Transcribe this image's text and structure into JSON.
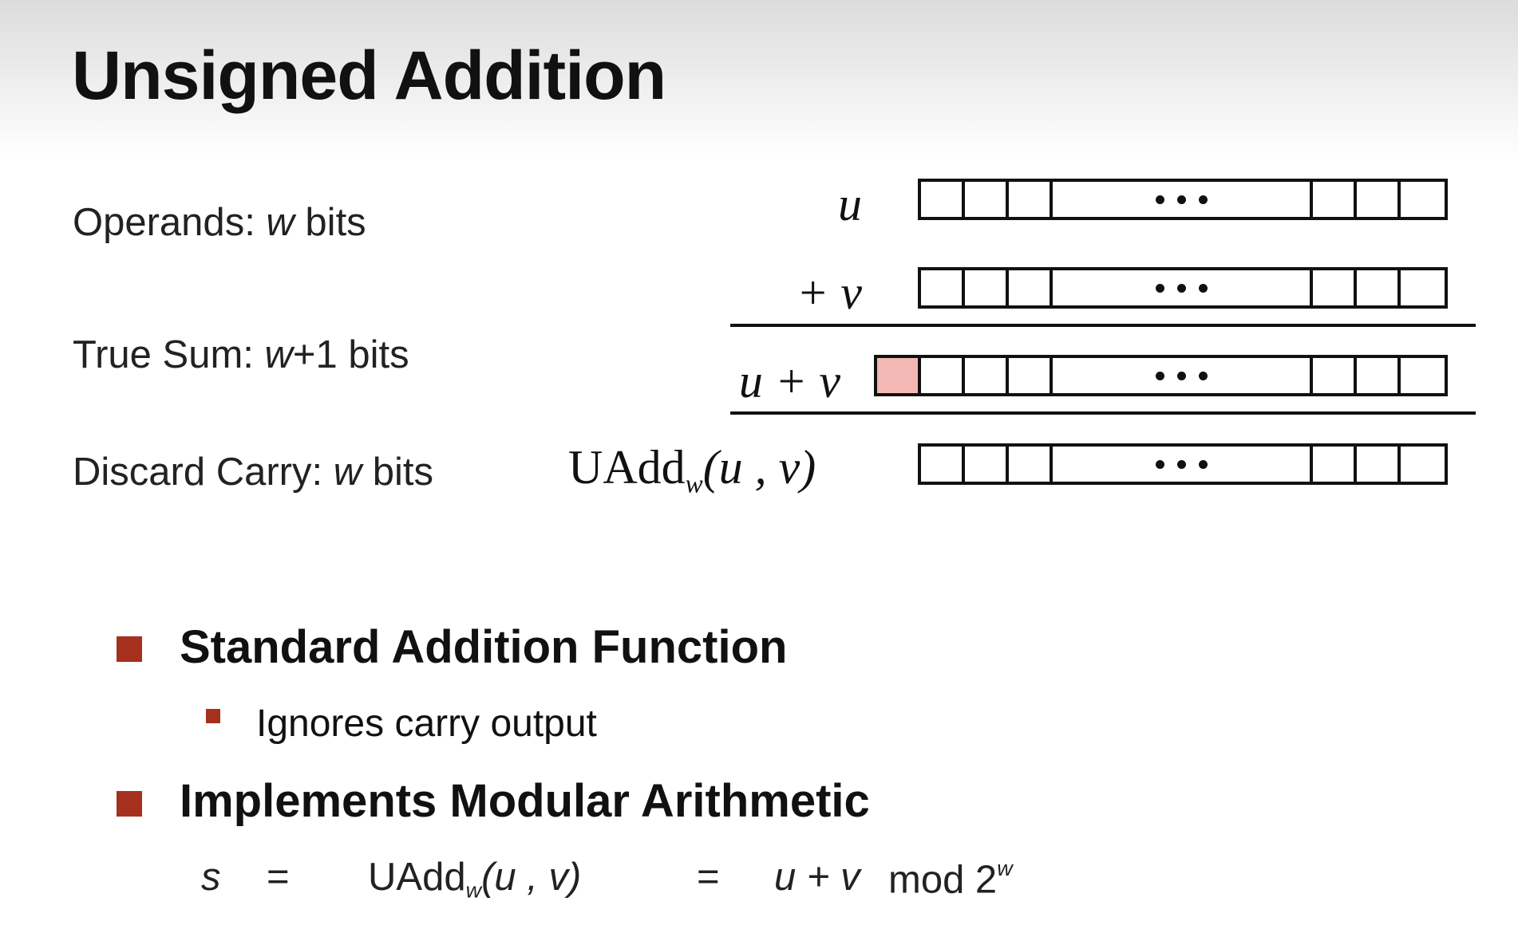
{
  "slide": {
    "title": "Unsigned Addition",
    "labels": {
      "operands_prefix": "Operands: ",
      "operands_var": "w",
      "operands_suffix": " bits",
      "truesum_prefix": "True Sum: ",
      "truesum_var": "w",
      "truesum_suffix": "+1 bits",
      "discard_prefix": "Discard Carry: ",
      "discard_var": "w",
      "discard_suffix": " bits"
    },
    "diagram": {
      "u": "u",
      "plus_v": "+ v",
      "u_plus_v": "u + v",
      "uadd_name": "UAdd",
      "uadd_sub": "w",
      "uadd_args": "(u , v)",
      "carry_color": "#f4b8b4"
    },
    "bullets": [
      {
        "text": "Standard Addition Function",
        "sub": [
          "Ignores carry output"
        ]
      },
      {
        "text": "Implements Modular Arithmetic"
      }
    ],
    "formula": {
      "s": "s",
      "eq1": "=",
      "uadd": "UAdd",
      "sub": "w",
      "args": "(u , v)",
      "eq2": "=",
      "sum": "u + v",
      "mod": "mod 2",
      "exp": "w"
    },
    "bullet_color": "#a5301e"
  }
}
